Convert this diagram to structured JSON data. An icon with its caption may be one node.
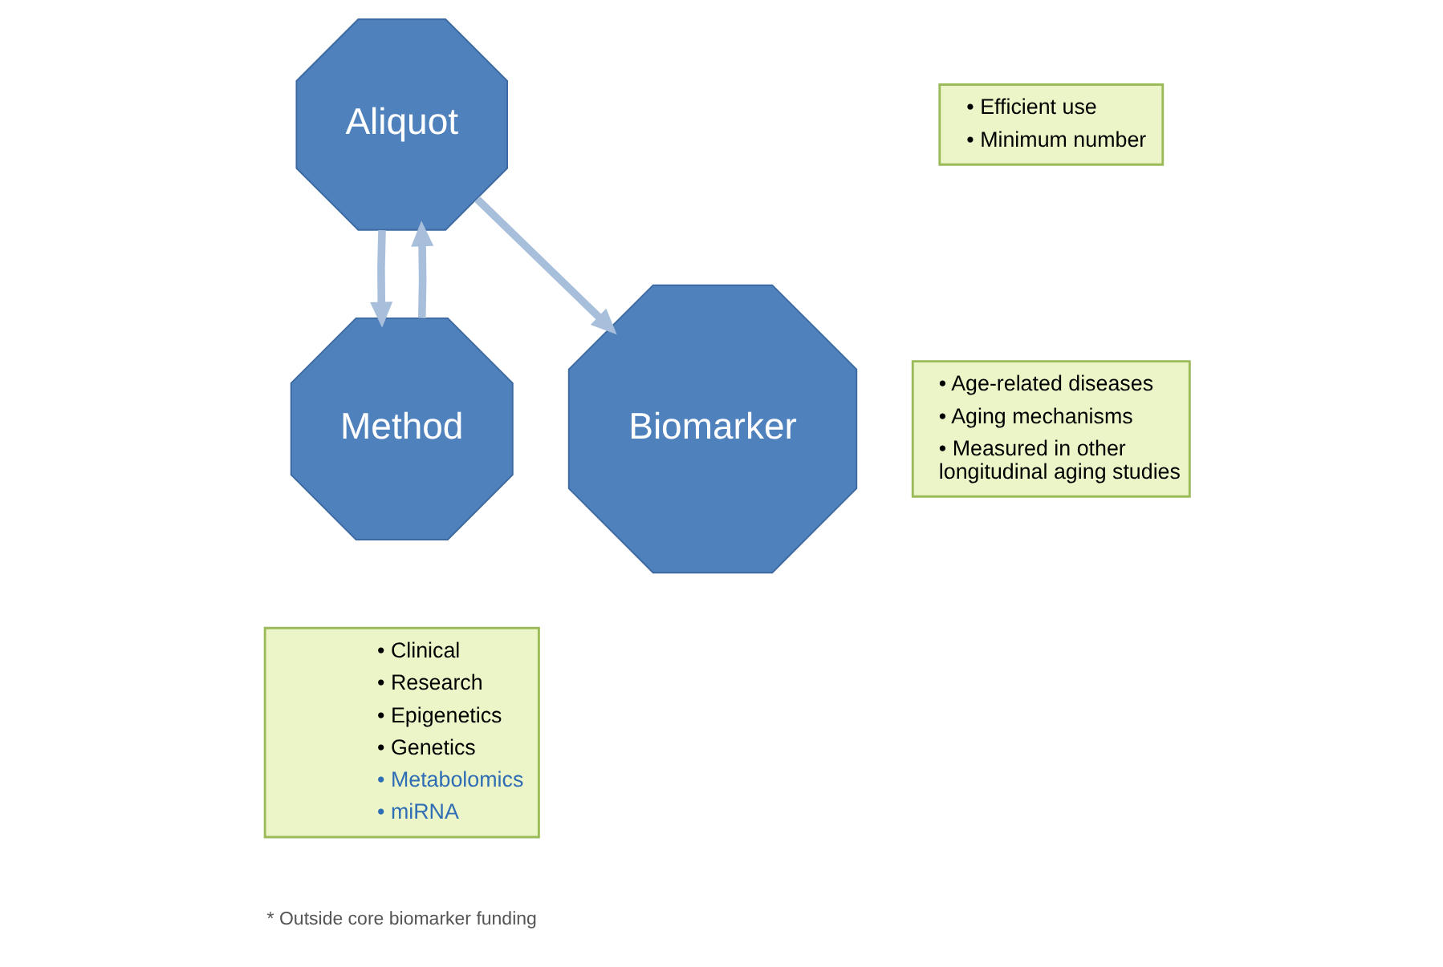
{
  "diagram": {
    "nodes": [
      {
        "text": [
          "Aliquot"
        ]
      },
      {
        "text": [
          "• Efficient use",
          "• Minimum number"
        ]
      },
      {
        "text": [
          "Method"
        ]
      },
      {
        "text": [
          "Biomarker"
        ]
      },
      {
        "text": [
          "• Age-related diseases",
          "• Aging mechanisms",
          "• Measured in other longitudinal aging studies"
        ]
      },
      {
        "text": [
          "• Clinical",
          "• Research",
          "• Epigenetics",
          "• Genetics",
          "• Metabolomics",
          "• miRNA"
        ]
      }
    ],
    "edges": [
      {
        "from": 2,
        "to": 0,
        "arrow": "to"
      },
      {
        "from": 0,
        "to": 2,
        "arrow": "to"
      },
      {
        "from": 0,
        "to": 3,
        "arrow": "to"
      }
    ],
    "labels": [
      "* Outside core biomarker funding"
    ]
  }
}
